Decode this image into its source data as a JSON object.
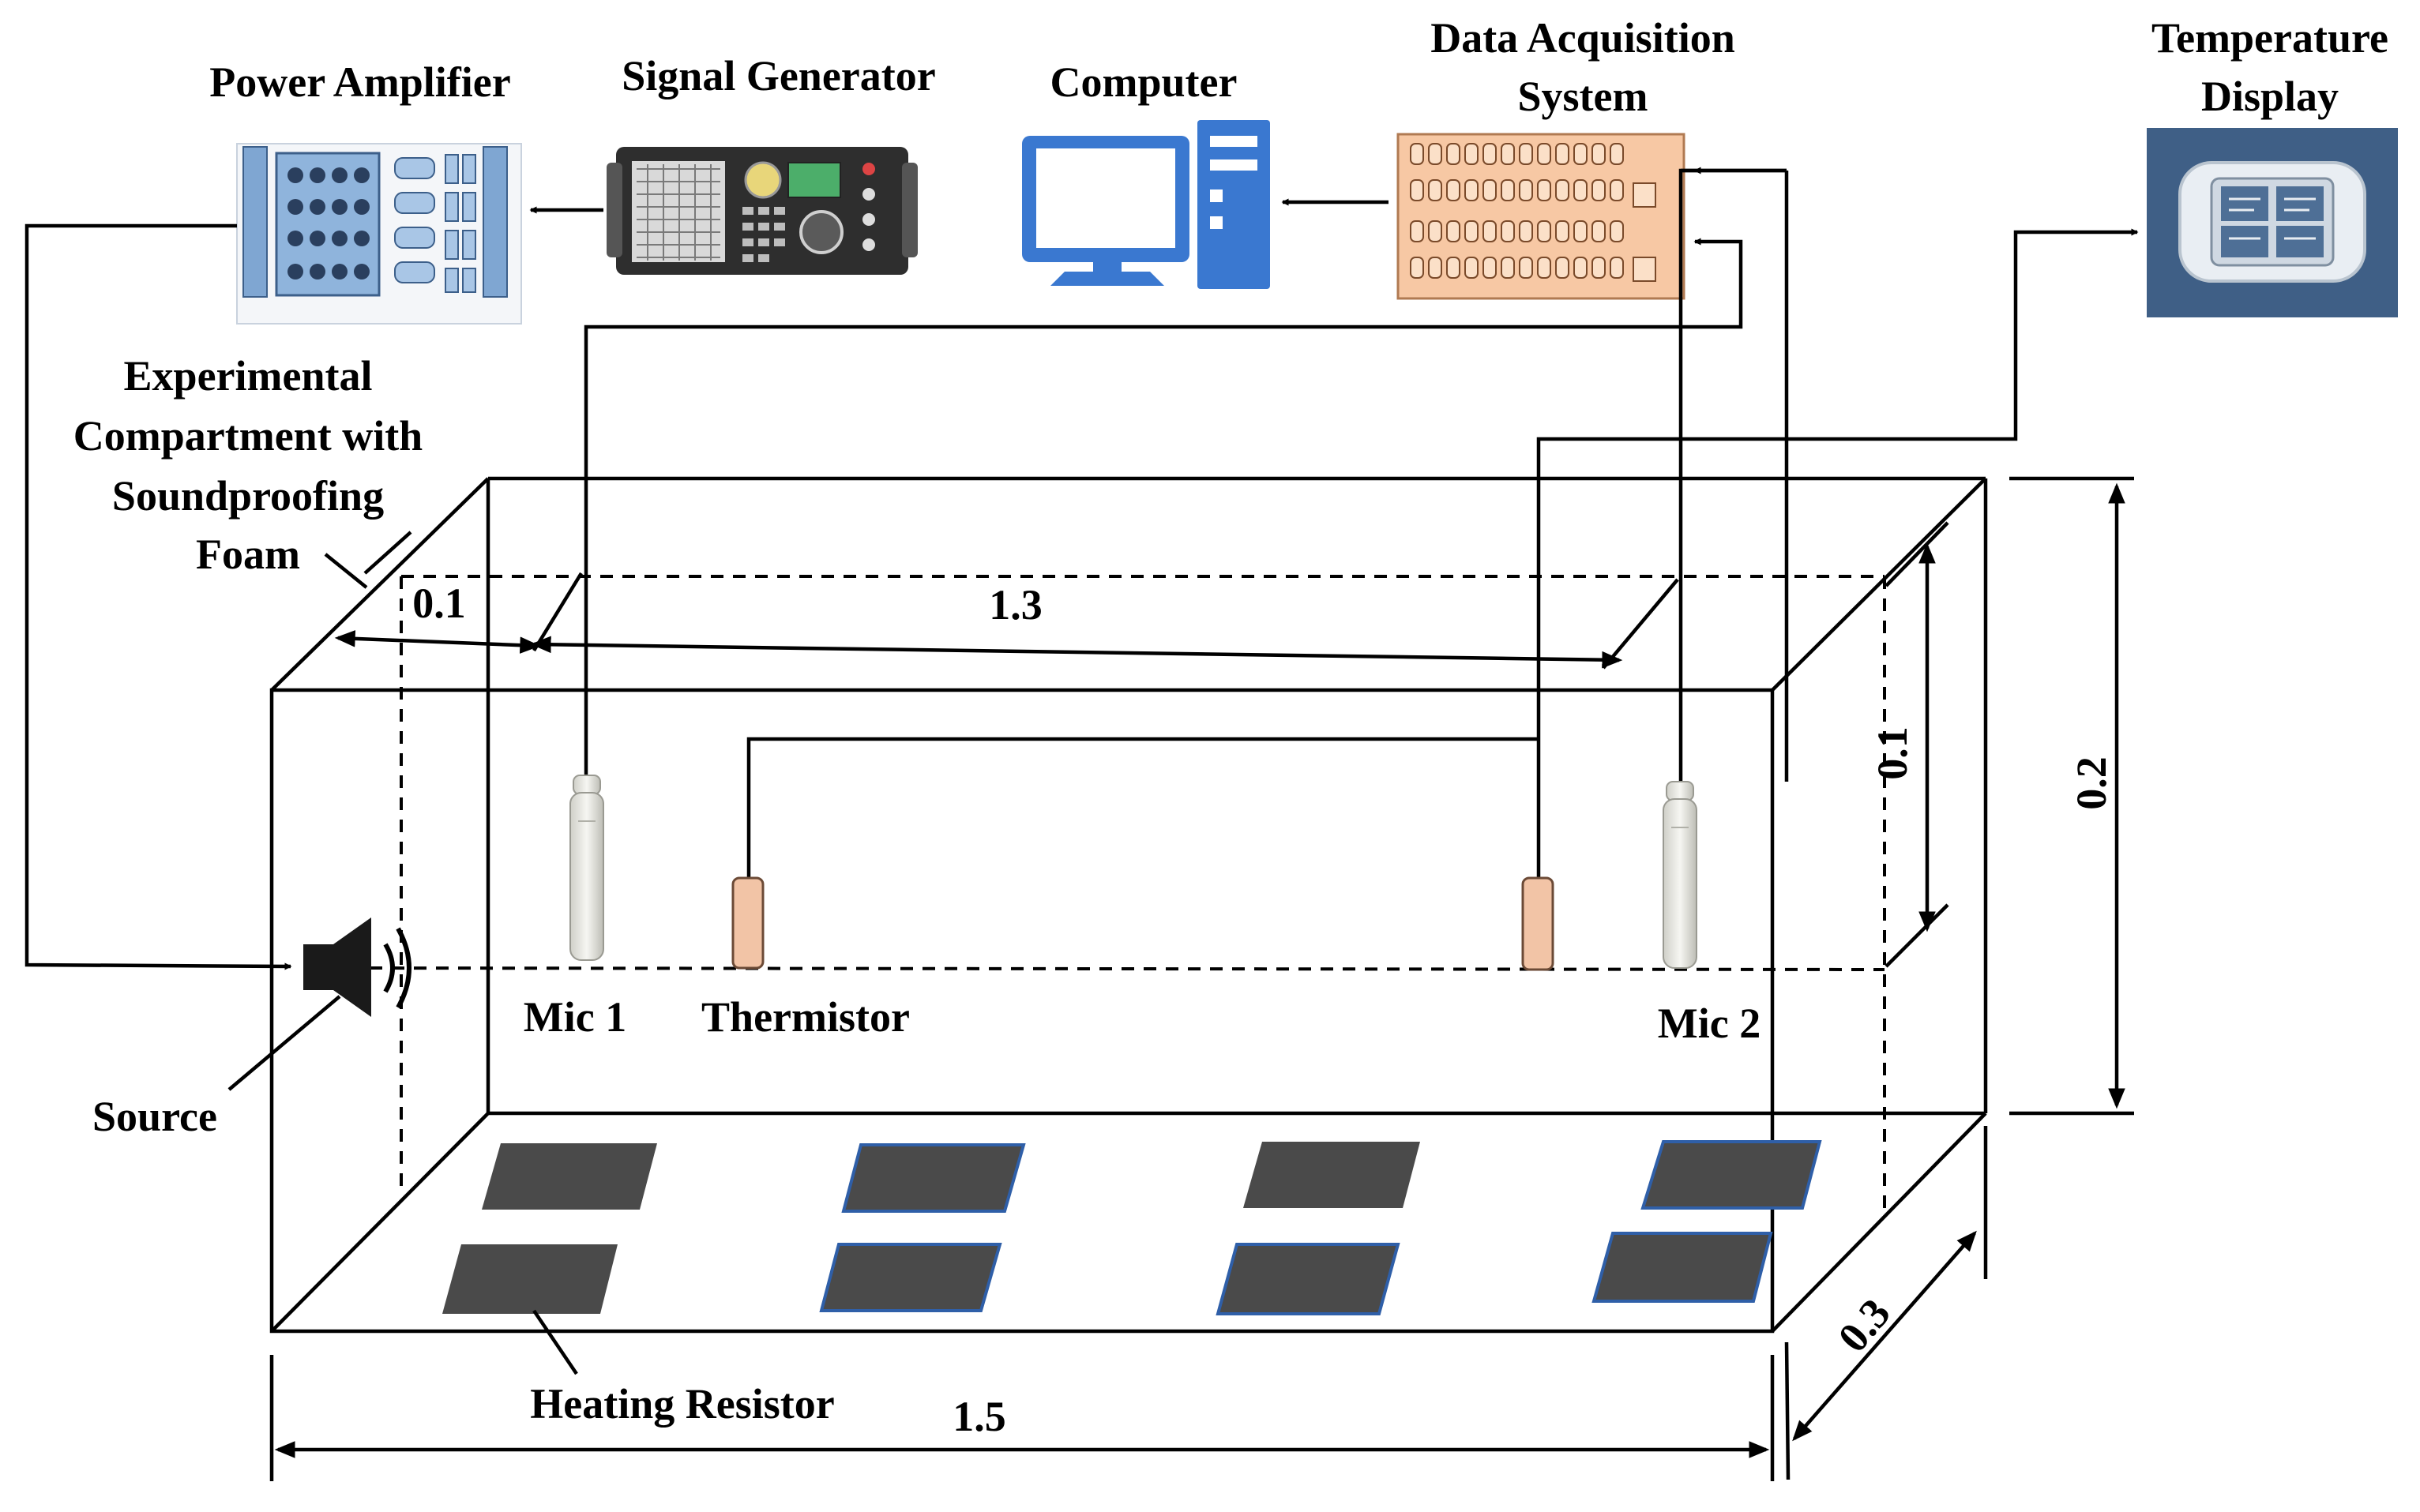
{
  "devices": {
    "power_amplifier": "Power Amplifier",
    "signal_generator": "Signal Generator",
    "computer": "Computer",
    "daq_line1": "Data Acquisition",
    "daq_line2": "System",
    "temp_line1": "Temperature",
    "temp_line2": "Display"
  },
  "compartment": {
    "line1": "Experimental",
    "line2": "Compartment with",
    "line3": "Soundproofing",
    "line4": "Foam"
  },
  "components": {
    "source": "Source",
    "mic1": "Mic 1",
    "mic2": "Mic 2",
    "thermistor": "Thermistor",
    "heating_resistor": "Heating Resistor"
  },
  "dimensions": {
    "d_01_top": "0.1",
    "d_13": "1.3",
    "d_01_side": "0.1",
    "d_02": "0.2",
    "d_03": "0.3",
    "d_15": "1.5"
  },
  "colors": {
    "resistor": "#4a4a4a",
    "resistor_edge": "#2f5fa8",
    "thermistor": "#f2c4a6",
    "computer": "#3a78d0",
    "daq_panel": "#f7c8a4",
    "amp_blue": "#7fa6d2",
    "display_bg": "#3f5f86"
  }
}
